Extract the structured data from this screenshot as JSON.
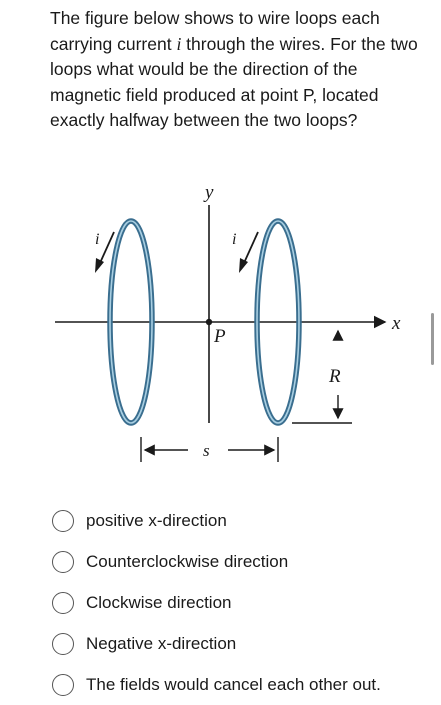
{
  "question": {
    "part1": "The figure below shows to wire loops each carrying current ",
    "current_symbol": "i",
    "part2": " through the wires. For the two loops what would be the direction of the magnetic field produced at point P, located exactly halfway between the two loops?"
  },
  "figure": {
    "labels": {
      "y_axis": "y",
      "x_axis": "x",
      "point": "P",
      "radius": "R",
      "separation": "s",
      "current_left": "i",
      "current_right": "i"
    },
    "colors": {
      "loop": "#3a6e8f",
      "axis": "#1a1a1a"
    }
  },
  "options": [
    {
      "label": "positive x-direction"
    },
    {
      "label": "Counterclockwise direction"
    },
    {
      "label": "Clockwise direction"
    },
    {
      "label": "Negative x-direction"
    },
    {
      "label": "The fields would cancel each other out."
    }
  ]
}
